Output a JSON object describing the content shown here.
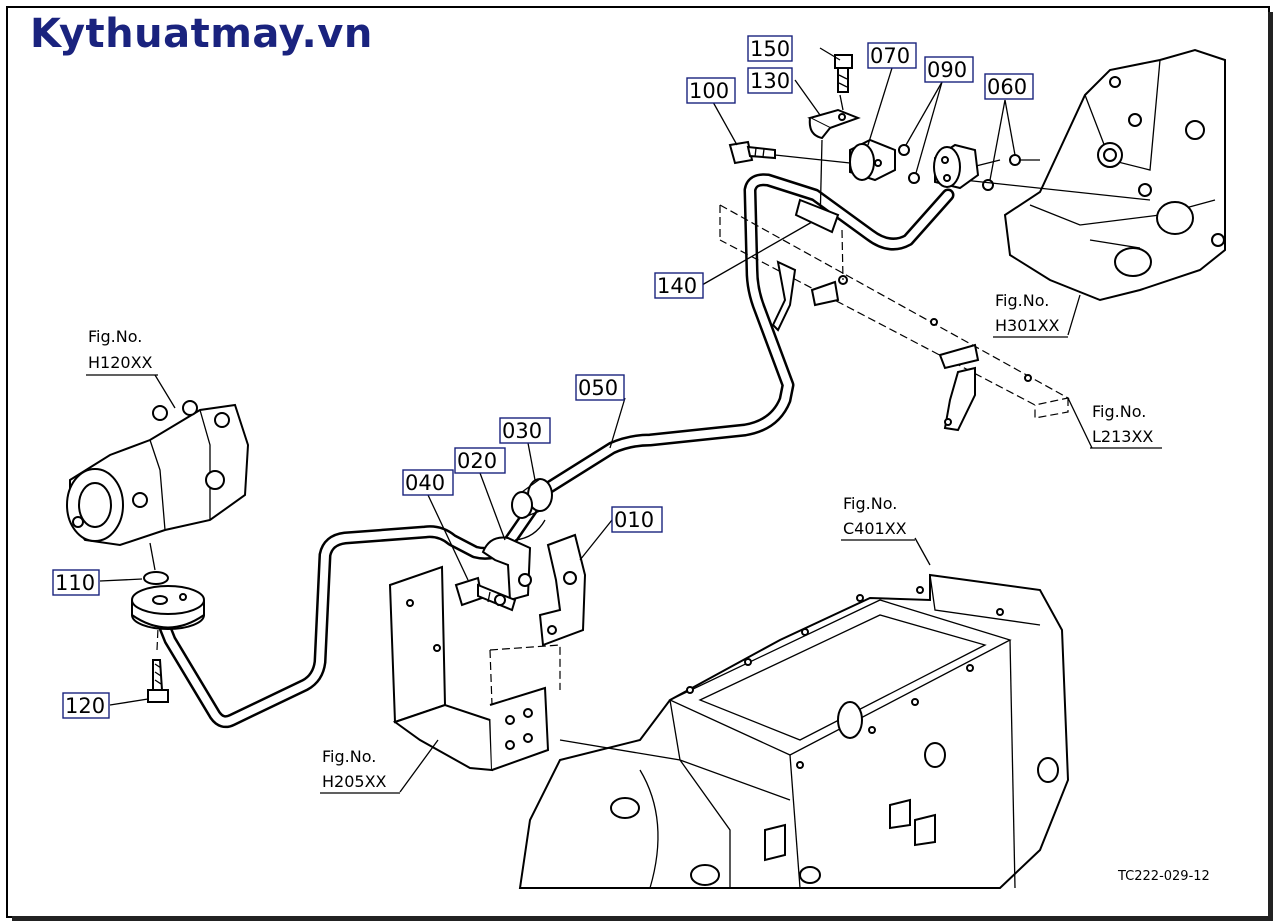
{
  "site_title": "Kythuatmay.vn",
  "diagram_code": "TC222-029-12",
  "part_numbers": {
    "p010": "010",
    "p020": "020",
    "p030": "030",
    "p040": "040",
    "p050": "050",
    "p060": "060",
    "p070": "070",
    "p090": "090",
    "p100": "100",
    "p110": "110",
    "p120": "120",
    "p130": "130",
    "p140": "140",
    "p150": "150"
  },
  "figure_refs": {
    "h120": {
      "label": "Fig.No.",
      "code": "H120XX"
    },
    "h301": {
      "label": "Fig.No.",
      "code": "H301XX"
    },
    "l213": {
      "label": "Fig.No.",
      "code": "L213XX"
    },
    "c401": {
      "label": "Fig.No.",
      "code": "C401XX"
    },
    "h205": {
      "label": "Fig.No.",
      "code": "H205XX"
    }
  },
  "colors": {
    "title": "#1a237e",
    "label_box": "#1a237e",
    "line": "#000000"
  }
}
